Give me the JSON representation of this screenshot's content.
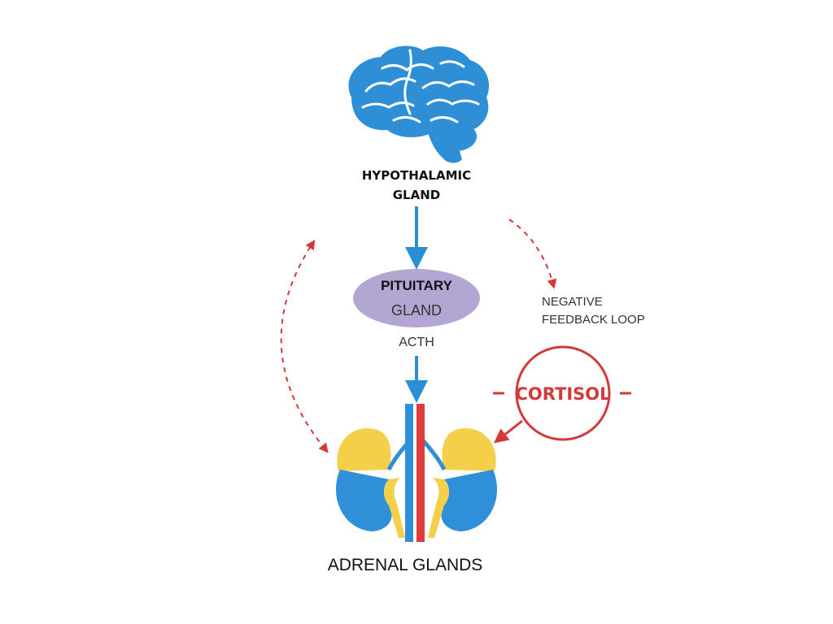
{
  "labels": {
    "hypothalamic_line1": "HYPOTHALAMIC",
    "hypothalamic_line2": "GLAND",
    "pituitary_line1": "PITUITARY",
    "pituitary_line2": "GLAND",
    "acth": "ACTH",
    "negative_line1": "NEGATIVE",
    "negative_line2": "FEEDBACK LOOP",
    "cortisol": "CORTISOL",
    "adrenal": "ADRENAL GLANDS"
  },
  "icons": {
    "brain": "brain-icon",
    "kidneys": "kidneys-icon"
  },
  "colors": {
    "brain_blue": "#2e8fd6",
    "arrow_blue": "#2b8fd4",
    "pituitary_purple": "#b3a6d3",
    "feedback_red": "#d23a3a",
    "adrenal_yellow": "#f4cf4a",
    "kidney_blue": "#2f8fd8",
    "vein_red": "#e23b3b"
  }
}
